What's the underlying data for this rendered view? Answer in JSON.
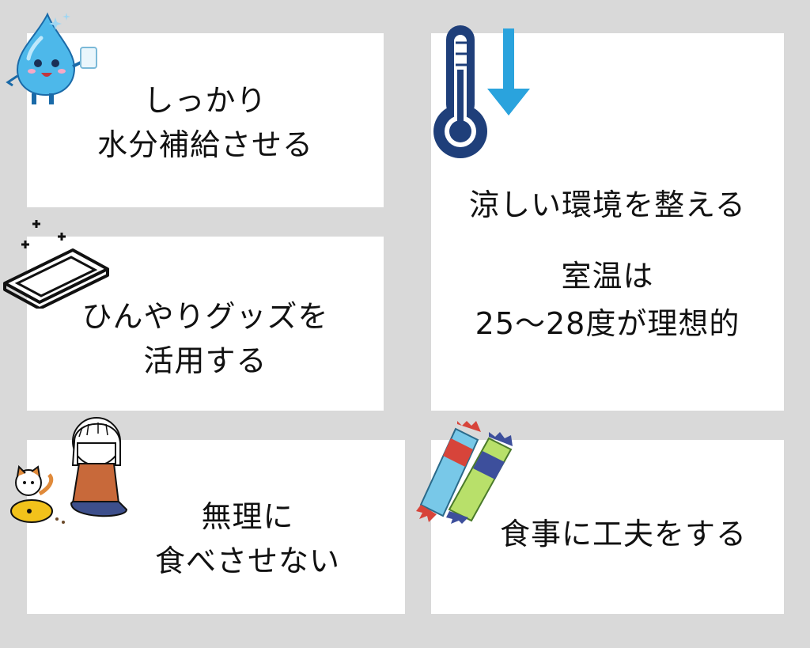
{
  "cards": {
    "hydration": {
      "line1": "しっかり",
      "line2": "水分補給させる"
    },
    "cool_goods": {
      "line1": "ひんやりグッズを",
      "line2": "活用する"
    },
    "no_force": {
      "line1": "無理に",
      "line2": "食べさせない"
    },
    "environment": {
      "title": "涼しい環境を整える",
      "line1": "室温は",
      "line2": "25〜28度が理想的"
    },
    "food": {
      "title": "食事に工夫をする"
    }
  },
  "icons": [
    "water-drop-mascot-icon",
    "cool-mat-icon",
    "girl-and-cat-icon",
    "thermometer-down-icon",
    "cat-treats-icon"
  ],
  "colors": {
    "background": "#d9d9d9",
    "card": "#ffffff",
    "thermo": "#1f3f7a",
    "arrow": "#2aa3dd"
  }
}
